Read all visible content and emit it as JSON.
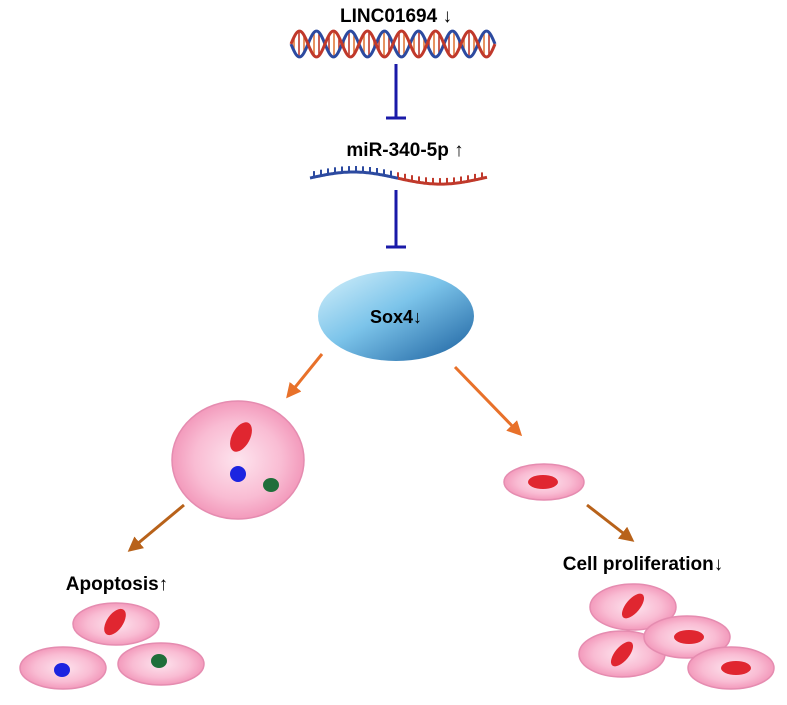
{
  "labels": {
    "lincrna": "LINC01694 ↓",
    "mirna": "miR-340-5p ↑",
    "gene": "Sox4↓",
    "apoptosis": "Apoptosis↑",
    "proliferation": "Cell proliferation↓"
  },
  "colors": {
    "inhibition": "#1a1aa8",
    "arrow_upper": "#e8712a",
    "arrow_lower": "#b8621a",
    "cell_fill": "#f9b3cf",
    "cell_stroke": "#e58cb0",
    "nucleus_red": "#e02630",
    "nucleus_blue": "#1c24e0",
    "nucleus_green": "#1f6e3a",
    "sox4_light": "#b9e3f7",
    "sox4_dark": "#1f6fad",
    "dna_red": "#c0392b",
    "dna_blue": "#2c4aa0"
  },
  "icons": {
    "lincrna_graphic": "dna-double-helix-icon",
    "mirna_graphic": "rna-strand-icon",
    "gene_graphic": "protein-ellipse-icon"
  }
}
